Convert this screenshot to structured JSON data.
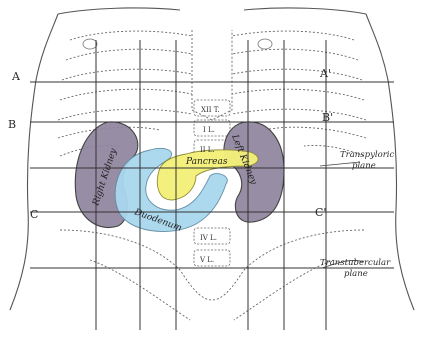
{
  "labels": {
    "a": "A",
    "a_prime": "A'",
    "b": "B",
    "b_prime": "B'",
    "c": "C",
    "c_prime": "C'"
  },
  "planes": {
    "transpyloric": [
      "Transpyloric",
      "plane"
    ],
    "transtubercular": [
      "Transtubercular",
      "plane"
    ]
  },
  "vertebrae": [
    "XII T.",
    "I L.",
    "II L.",
    "IV L.",
    "V L."
  ],
  "organs": {
    "right_kidney": "Right Kidney",
    "left_kidney": "Left Kidney",
    "pancreas": "Pancreas",
    "duodenum": "Duodenum"
  },
  "colors": {
    "kidney": "#8f849e",
    "duodenum": "#a9d7ee",
    "pancreas": "#f3f07a",
    "line": "#333333"
  }
}
